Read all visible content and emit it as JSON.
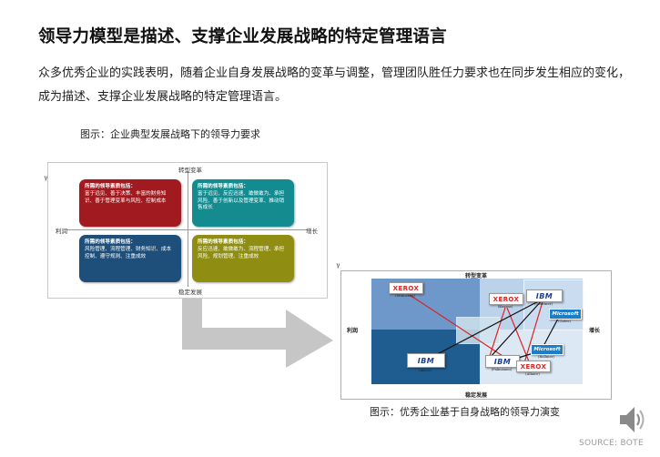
{
  "title": "领导力模型是描述、支撑企业发展战略的特定管理语言",
  "paragraph": "众多优秀企业的实践表明，随着企业自身发展战略的变革与调整，管理团队胜任力要求也在同步发生相应的变化，成为描述、支撑企业发展战略的特定管理语言。",
  "figure1": {
    "caption": "图示：企业典型发展战略下的领导力要求",
    "axis_top": "转型变革",
    "axis_bottom": "稳定发展",
    "axis_left": "利润",
    "axis_right": "增长",
    "quadrants": [
      {
        "heading": "所需的领导素质包括：",
        "text": "富于远见、善于决策、丰富的财务知识、善于管理变革与风险、控制成本",
        "color": "#a11a1f"
      },
      {
        "heading": "所需的领导素质包括：",
        "text": "富于远见、反应迅速、敢做敢为、承担风险、善于创新以及管理变革、推动销售成长",
        "color": "#148b8f"
      },
      {
        "heading": "所需的领导素质包括：",
        "text": "风险管理、流程管理、财务知识、成本控制、遵守规则、注重成效",
        "color": "#1d4f7a"
      },
      {
        "heading": "所需的领导素质包括：",
        "text": "反应迅速、敢做敢为、流程管理、承担风险、规划管理、注重成效",
        "color": "#8f8e13"
      }
    ]
  },
  "figure2": {
    "caption": "图示：优秀企业基于自身战略的领导力演变",
    "axis_top": "转型变革",
    "axis_bottom": "稳定发展",
    "axis_left": "利润",
    "axis_right": "增长",
    "logos": [
      {
        "brand": "XEROX",
        "person": "(Mulcahey)"
      },
      {
        "brand": "XEROX",
        "person": "(Kearns)"
      },
      {
        "brand": "IBM",
        "person": "(Gerstner)"
      },
      {
        "brand": "Microsoft",
        "person": "(Gates)"
      },
      {
        "brand": "Microsoft",
        "person": "(Ballmer)"
      },
      {
        "brand": "IBM",
        "person": "(Akers)"
      },
      {
        "brand": "IBM",
        "person": "(Palmisano)"
      },
      {
        "brand": "XEROX",
        "person": "(Allaire)"
      }
    ]
  },
  "source": "SOURCE: BOTE"
}
